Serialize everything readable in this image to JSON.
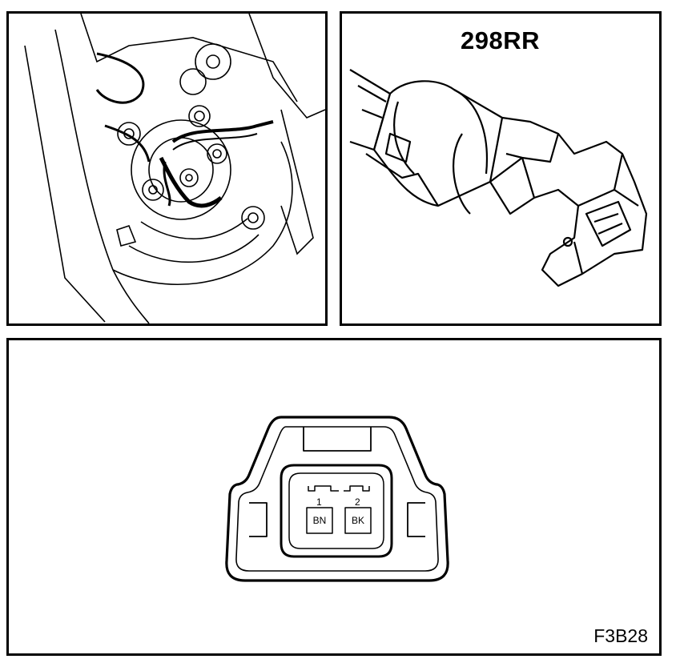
{
  "connector": {
    "id": "298RR",
    "figure_code": "F3B28",
    "pins": [
      {
        "number": "1",
        "color": "BN"
      },
      {
        "number": "2",
        "color": "BK"
      }
    ]
  },
  "panels": {
    "top_left_icon": "wheel-hub-sensor-location-drawing",
    "top_right_icon": "sensor-connector-drawing",
    "bottom_icon": "connector-face-view-drawing"
  }
}
